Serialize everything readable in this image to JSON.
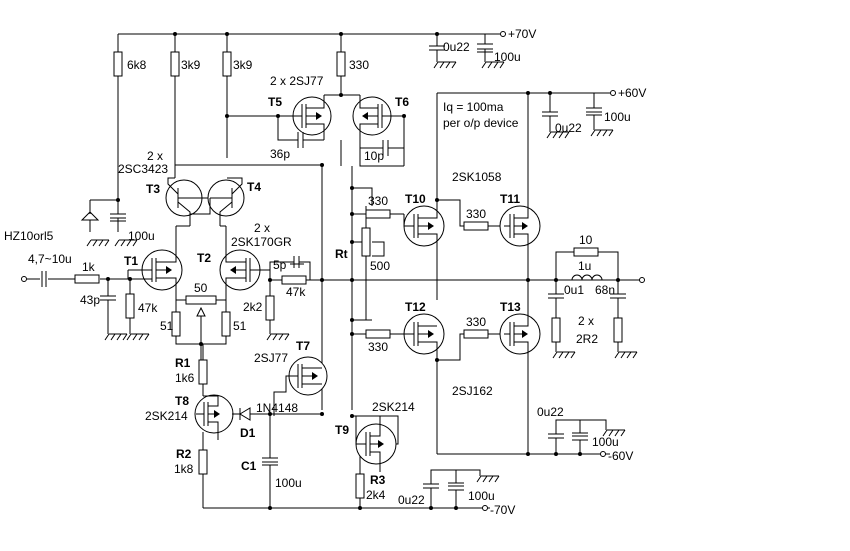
{
  "rails": {
    "pos70": "+70V",
    "pos60": "+60V",
    "neg60": "-60V",
    "neg70": "-70V"
  },
  "note": {
    "line1": "Iq = 100ma",
    "line2": "per o/p device"
  },
  "groups": {
    "t5t6": "2 x 2SJ77",
    "t3t4_a": "2 x",
    "t3t4_b": "2SC3423",
    "t1t2_a": "2 x",
    "t1t2_b": "2SK170GR",
    "n_channel": "2SK1058",
    "p_channel": "2SJ162",
    "t7": "2SJ77",
    "t8": "2SK214",
    "t9": "2SK214",
    "zener": "HZ10orl5",
    "diode": "1N4148"
  },
  "transistors": {
    "T1": "T1",
    "T2": "T2",
    "T3": "T3",
    "T4": "T4",
    "T5": "T5",
    "T6": "T6",
    "T7": "T7",
    "T8": "T8",
    "T9": "T9",
    "T10": "T10",
    "T11": "T11",
    "T12": "T12",
    "T13": "T13"
  },
  "designators": {
    "R1": "R1",
    "R2": "R2",
    "R3": "R3",
    "Rt": "Rt",
    "C1": "C1",
    "D1": "D1"
  },
  "values": {
    "r_6k8": "6k8",
    "r_3k9a": "3k9",
    "r_3k9b": "3k9",
    "r_330_top": "330",
    "c_0u22_top": "0u22",
    "c_100u_top": "100u",
    "c_36p": "36p",
    "c_10p": "10p",
    "c_0u22_60": "0u22",
    "c_100u_60": "100u",
    "c_100u_zener": "100u",
    "c_in": "4,7~10u",
    "r_1k": "1k",
    "c_43p": "43p",
    "r_47k_in": "47k",
    "pot_50": "50",
    "r_51a": "51",
    "r_51b": "51",
    "c_5p": "5p",
    "r_47k_fb": "47k",
    "r_2k2": "2k2",
    "r1_val": "1k6",
    "r2_val": "1k8",
    "c1_val": "100u",
    "r3_val": "2k4",
    "rt_val": "500",
    "r_330_t10": "330",
    "r_330_t11": "330",
    "r_330_t12": "330",
    "r_330_t13": "330",
    "r_10": "10",
    "l_1u": "1u",
    "c_0u1": "0u1",
    "c_68n": "68n",
    "r_2r2_a": "2 x",
    "r_2r2_b": "2R2",
    "c_0u22_n60": "0u22",
    "c_100u_n60": "100u",
    "c_0u22_n70": "0u22",
    "c_100u_n70": "100u"
  }
}
